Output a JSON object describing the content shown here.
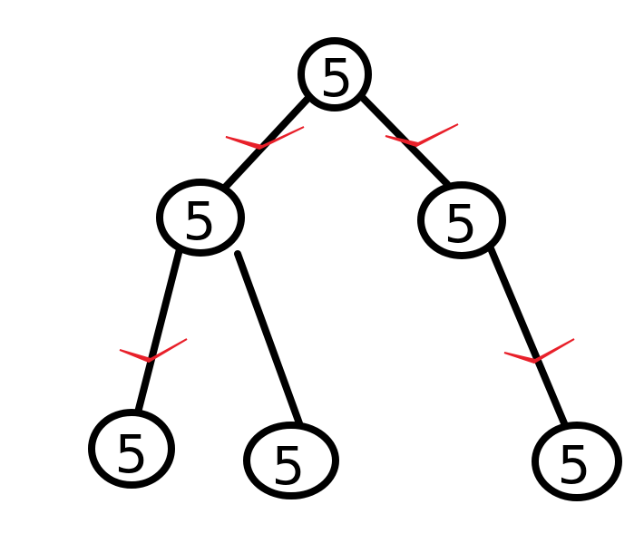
{
  "colors": {
    "edge": "#000000",
    "node_outline": "#000000",
    "node_fill": "#ffffff",
    "label": "#000000",
    "check": "#e8202a"
  },
  "nodes": [
    {
      "id": "root",
      "label": "5"
    },
    {
      "id": "left",
      "label": "5"
    },
    {
      "id": "right",
      "label": "5"
    },
    {
      "id": "left-left",
      "label": "5"
    },
    {
      "id": "left-right",
      "label": "5"
    },
    {
      "id": "right-right",
      "label": "5"
    }
  ],
  "edges": [
    {
      "from": "root",
      "to": "left",
      "checked": true
    },
    {
      "from": "root",
      "to": "right",
      "checked": true
    },
    {
      "from": "left",
      "to": "left-left",
      "checked": true
    },
    {
      "from": "left",
      "to": "left-right",
      "checked": false
    },
    {
      "from": "right",
      "to": "right-right",
      "checked": true
    }
  ],
  "check_icon": "red-checkmark-icon"
}
